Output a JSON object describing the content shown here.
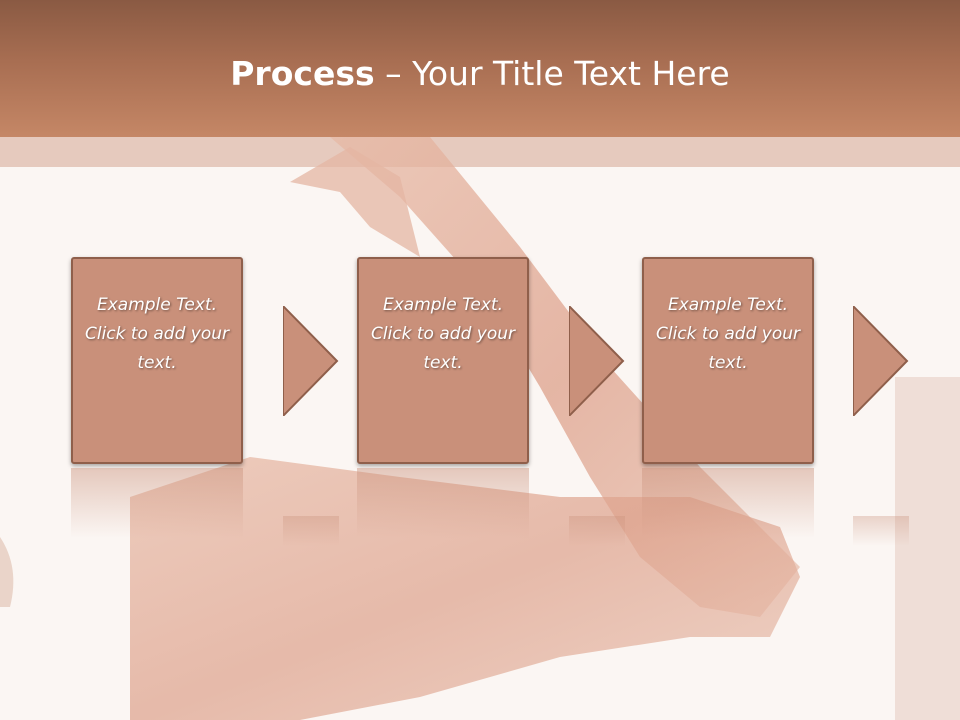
{
  "slide": {
    "title_bold": "Process",
    "title_rest": " – Your Title Text Here"
  },
  "steps": [
    {
      "text": "Example Text. Click  to add your text."
    },
    {
      "text": "Example Text. Click  to add your text."
    },
    {
      "text": "Example Text. Click  to add your text."
    }
  ],
  "colors": {
    "header": "#a86e52",
    "box_fill": "#c9907a",
    "box_border": "#8f5f4b",
    "background": "#fbf6f3"
  },
  "icons": {
    "arrow": "right-arrow-icon"
  }
}
